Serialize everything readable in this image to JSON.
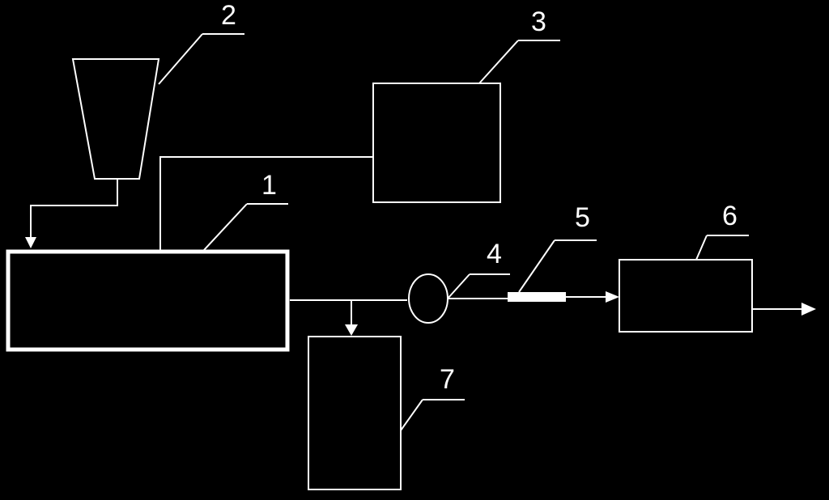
{
  "colors": {
    "background": "#000000",
    "stroke": "#ffffff"
  },
  "labels": {
    "extruder": "1",
    "hopper": "2",
    "controller": "3",
    "pump": "4",
    "nozzle": "5",
    "receiver": "6",
    "collector": "7"
  }
}
